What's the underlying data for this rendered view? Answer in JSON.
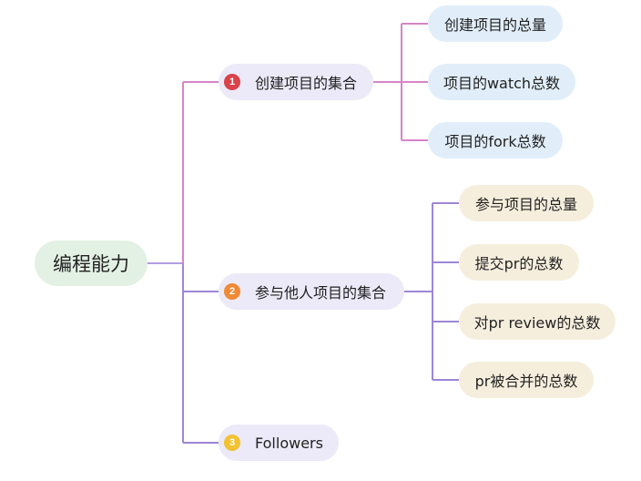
{
  "root": {
    "label": "编程能力"
  },
  "branches": [
    {
      "label": "创建项目的集合",
      "badge": "1",
      "badge_color": "#d9434a",
      "line_color": "#d884c7",
      "children": [
        "创建项目的总量",
        "项目的watch总数",
        "项目的fork总数"
      ]
    },
    {
      "label": "参与他人项目的集合",
      "badge": "2",
      "badge_color": "#ef8a36",
      "line_color": "#9d86d6",
      "children": [
        "参与项目的总量",
        "提交pr的总数",
        "对pr review的总数",
        "pr被合并的总数"
      ]
    },
    {
      "label": "Followers",
      "badge": "3",
      "badge_color": "#f2c232",
      "line_color": "#9d86d6",
      "children": []
    }
  ]
}
